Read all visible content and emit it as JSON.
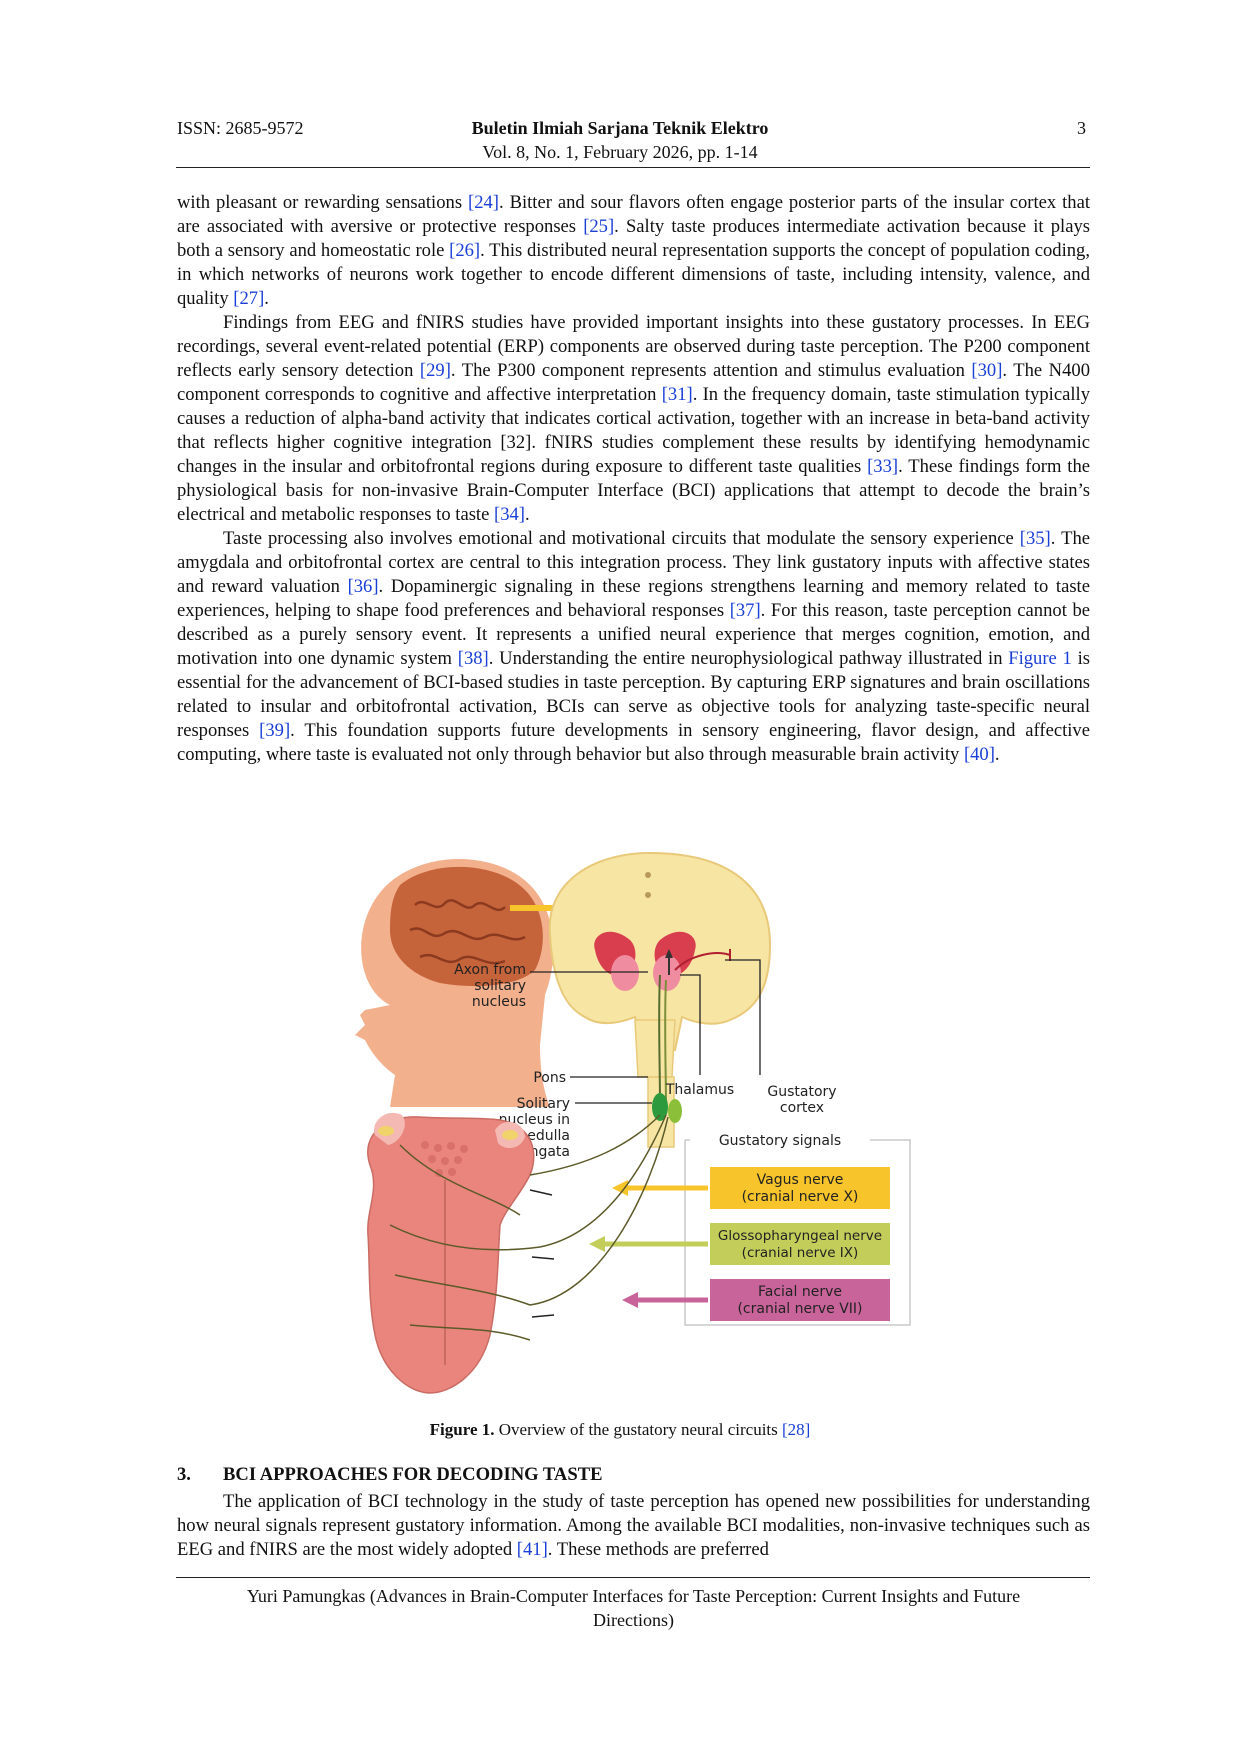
{
  "header": {
    "issn": "ISSN: 2685-9572",
    "journal": "Buletin Ilmiah Sarjana Teknik Elektro",
    "volume": "Vol. 8, No. 1, February 2026, pp. 1-14",
    "page_number": "3"
  },
  "paragraphs": [
    {
      "indent": false,
      "segments": [
        {
          "t": "with pleasant or rewarding sensations "
        },
        {
          "t": "[24]",
          "c": true
        },
        {
          "t": ". Bitter and sour flavors often engage posterior parts of the insular cortex that are associated with aversive or protective responses "
        },
        {
          "t": "[25]",
          "c": true
        },
        {
          "t": ". Salty taste produces intermediate activation because it plays both a sensory and homeostatic role "
        },
        {
          "t": "[26]",
          "c": true
        },
        {
          "t": ". This distributed neural representation supports the concept of population coding, in which networks of neurons work together to encode different dimensions of taste, including intensity, valence, and quality "
        },
        {
          "t": "[27]",
          "c": true
        },
        {
          "t": "."
        }
      ]
    },
    {
      "indent": true,
      "segments": [
        {
          "t": "Findings from EEG and fNIRS studies have provided important insights into these gustatory processes. In EEG recordings, several event-related potential (ERP) components are observed during taste perception. The P200 component reflects early sensory detection "
        },
        {
          "t": "[29]",
          "c": true
        },
        {
          "t": ". The P300 component represents attention and stimulus evaluation "
        },
        {
          "t": "[30]",
          "c": true
        },
        {
          "t": ". The N400 component corresponds to cognitive and affective interpretation "
        },
        {
          "t": "[31]",
          "c": true
        },
        {
          "t": ". In the frequency domain, taste stimulation typically causes a reduction of alpha-band activity that indicates cortical activation, together with an increase in beta-band activity that reflects higher cognitive integration [32]. fNIRS studies complement these results by identifying hemodynamic changes in the insular and orbitofrontal regions during exposure to different taste qualities "
        },
        {
          "t": "[33]",
          "c": true
        },
        {
          "t": ". These findings form the physiological basis for non-invasive Brain-Computer Interface (BCI) applications that attempt to decode the brain’s electrical and metabolic responses to taste "
        },
        {
          "t": "[34]",
          "c": true
        },
        {
          "t": "."
        }
      ]
    },
    {
      "indent": true,
      "segments": [
        {
          "t": "Taste processing also involves emotional and motivational circuits that modulate the sensory experience "
        },
        {
          "t": "[35]",
          "c": true
        },
        {
          "t": ". The amygdala and orbitofrontal cortex are central to this integration process. They link gustatory inputs with affective states and reward valuation "
        },
        {
          "t": "[36]",
          "c": true
        },
        {
          "t": ". Dopaminergic signaling in these regions strengthens learning and memory related to taste experiences, helping to shape food preferences and behavioral responses "
        },
        {
          "t": "[37]",
          "c": true
        },
        {
          "t": ". For this reason, taste perception cannot be described as a purely sensory event. It represents a unified neural experience that merges cognition, emotion, and motivation into one dynamic system "
        },
        {
          "t": "[38]",
          "c": true
        },
        {
          "t": ". Understanding the entire neurophysiological pathway illustrated in "
        },
        {
          "t": "Figure 1",
          "c": true
        },
        {
          "t": " is essential for the advancement of BCI-based studies in taste perception. By capturing ERP signatures and brain oscillations related to insular and orbitofrontal activation, BCIs can serve as objective tools for analyzing taste-specific neural responses "
        },
        {
          "t": "[39]",
          "c": true
        },
        {
          "t": ". This foundation supports future developments in sensory engineering, flavor design, and affective computing, where taste is evaluated not only through behavior but also through measurable brain activity "
        },
        {
          "t": "[40]",
          "c": true
        },
        {
          "t": "."
        }
      ]
    }
  ],
  "figure": {
    "labels": {
      "axon": [
        "Axon from",
        "solitary",
        "nucleus"
      ],
      "pons": "Pons",
      "solitary": [
        "Solitary",
        "nucleus in",
        "medulla",
        "Oblongata"
      ],
      "thalamus": "Thalamus",
      "gustatory_cortex": [
        "Gustatory",
        "cortex"
      ],
      "gustatory_signals": "Gustatory signals",
      "vagus": [
        "Vagus nerve",
        "(cranial nerve X)"
      ],
      "glosso": [
        "Glossopharyngeal nerve",
        "(cranial nerve IX)"
      ],
      "facial": [
        "Facial nerve",
        "(cranial nerve VII)"
      ]
    },
    "colors": {
      "vagus": "#f7c52b",
      "glosso": "#c3cd5a",
      "facial": "#c9649b",
      "brain": "#f7e5a4",
      "tongue": "#e9857d"
    },
    "caption_label": "Figure 1.",
    "caption_text": " Overview of the gustatory neural circuits ",
    "caption_cite": "[28]"
  },
  "section": {
    "number": "3.",
    "title": "BCI APPROACHES FOR DECODING TASTE"
  },
  "section_paragraph": [
    {
      "t": "The application of BCI technology in the study of taste perception has opened new possibilities for understanding how neural signals represent gustatory information. Among the available BCI modalities, non-invasive techniques such as EEG and fNIRS are the most widely adopted "
    },
    {
      "t": "[41]",
      "c": true
    },
    {
      "t": ". These methods are preferred"
    }
  ],
  "footer": {
    "line1": "Yuri Pamungkas (Advances in Brain-Computer Interfaces for Taste Perception: Current Insights and Future",
    "line2": "Directions)"
  }
}
